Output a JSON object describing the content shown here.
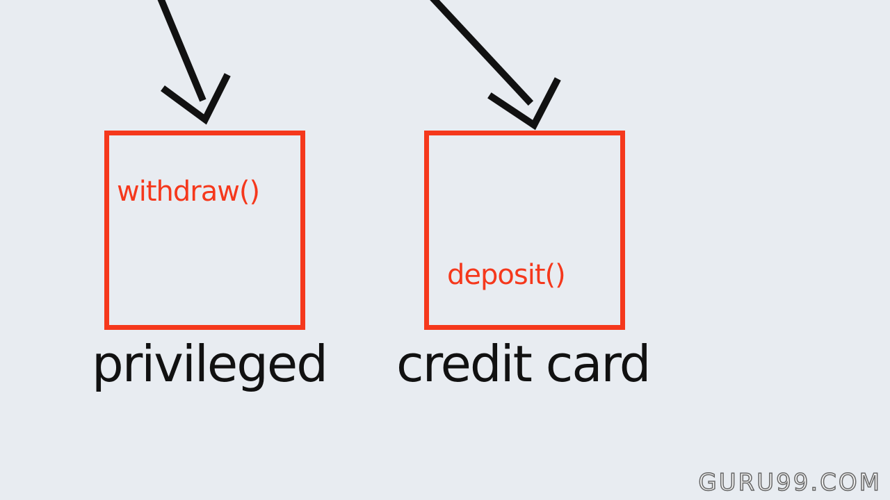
{
  "colors": {
    "background": "#e8ecf1",
    "accent": "#f5381c",
    "ink": "#111111"
  },
  "classes": [
    {
      "caption": "privileged",
      "method": "withdraw()"
    },
    {
      "caption": "credit card",
      "method": "deposit()"
    }
  ],
  "watermark": "GURU99.COM"
}
